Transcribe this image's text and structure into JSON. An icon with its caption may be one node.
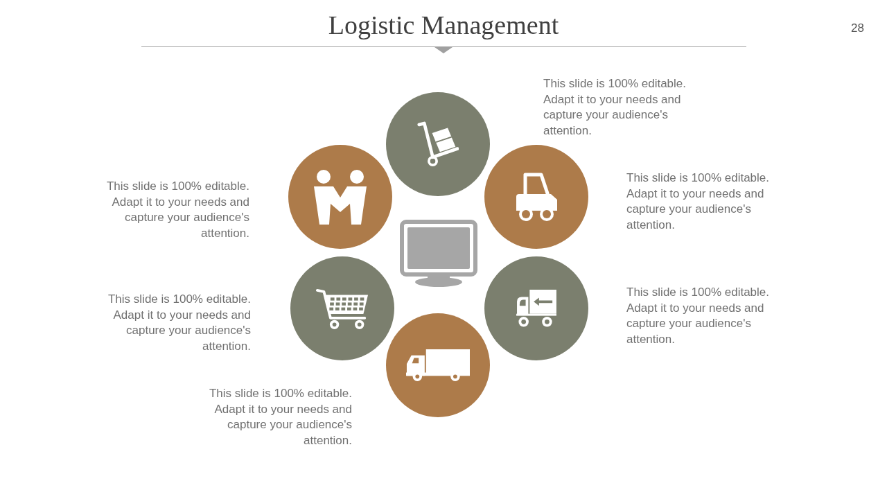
{
  "diagram": {
    "title": "Logistic Management",
    "nodes": [
      {
        "text": [],
        "shape": "circle"
      },
      {
        "text": [],
        "shape": "circle",
        "beside": [
          "This slide is 100% editable. Adapt it to your needs and capture your audience's attention."
        ]
      },
      {
        "text": [],
        "shape": "circle",
        "beside": [
          "This slide is 100% editable. Adapt it to your needs and capture your audience's attention."
        ]
      },
      {
        "text": [],
        "shape": "circle",
        "beside": [
          "This slide is 100% editable. Adapt it to your needs and capture your audience's attention."
        ]
      },
      {
        "text": [],
        "shape": "circle",
        "beside": [
          "This slide is 100% editable. Adapt it to your needs and capture your audience's attention."
        ]
      },
      {
        "text": [],
        "shape": "circle",
        "beside": [
          "This slide is 100% editable. Adapt it to your needs and capture your audience's attention."
        ]
      }
    ],
    "edges": [],
    "labels": [
      "28",
      "This slide is 100% editable. Adapt it to your needs and capture your audience's attention."
    ]
  }
}
